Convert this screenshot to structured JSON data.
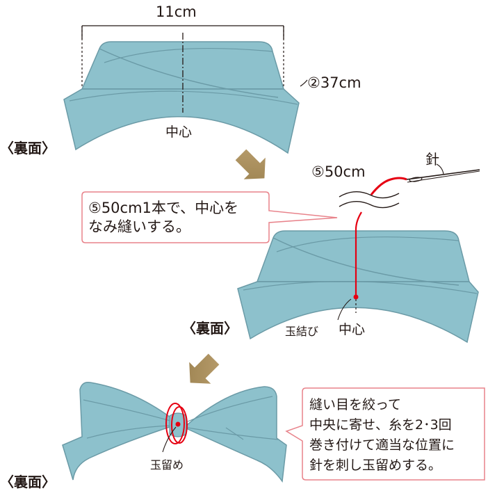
{
  "step1": {
    "width_label": "11cm",
    "length_label": "②37cm",
    "center_label": "中心",
    "side_label": "〈裏面〉"
  },
  "step2": {
    "thread_label": "⑤50cm",
    "needle_label": "針",
    "instruction_lines": [
      "⑤50cm1本で、中心を",
      "なみ縫いする。"
    ],
    "knot_label": "玉結び",
    "center_label": "中心",
    "side_label": "〈裏面〉"
  },
  "step3": {
    "finish_knot_label": "玉留め",
    "side_label": "〈裏面〉",
    "instruction_lines": [
      "縫い目を絞って",
      "中央に寄せ、糸を2･3回",
      "巻き付けて適当な位置に",
      "針を刺し玉留めする。"
    ]
  },
  "colors": {
    "fabric": "#8dc1cc",
    "fabric_line": "#6a9aa6",
    "thread": "#e60012",
    "callout_border": "#e8828a",
    "arrow": "#a98e5c",
    "ink": "#231815"
  }
}
